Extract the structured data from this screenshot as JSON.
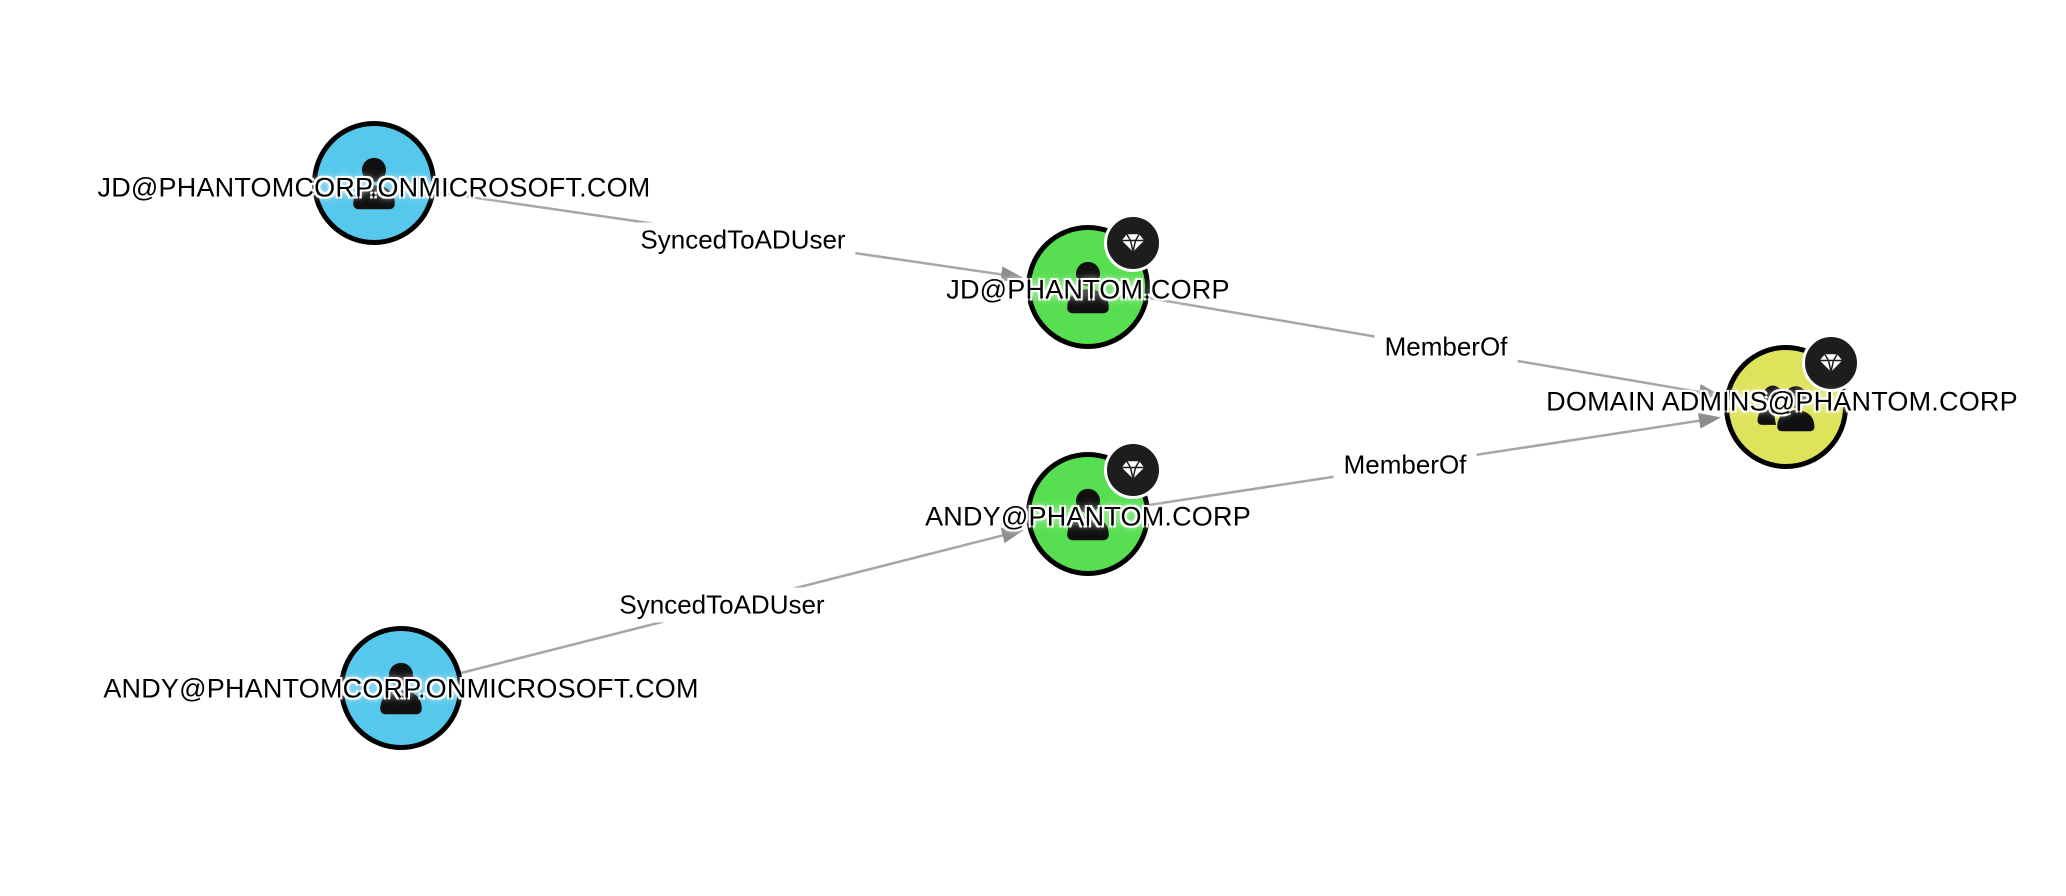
{
  "graph": {
    "nodes": [
      {
        "id": "azure-jd",
        "label": "JD@PHANTOMCORP.ONMICROSOFT.COM",
        "type": "azure-user",
        "icon": "user-icon",
        "color": "#56c8ec",
        "high_value_badge": false
      },
      {
        "id": "ad-jd",
        "label": "JD@PHANTOM.CORP",
        "type": "ad-user",
        "icon": "user-icon",
        "color": "#57df51",
        "high_value_badge": true
      },
      {
        "id": "ad-andy",
        "label": "ANDY@PHANTOM.CORP",
        "type": "ad-user",
        "icon": "user-icon",
        "color": "#57df51",
        "high_value_badge": true
      },
      {
        "id": "group-da",
        "label": "DOMAIN ADMINS@PHANTOM.CORP",
        "type": "ad-group",
        "icon": "group-icon",
        "color": "#dfe25b",
        "high_value_badge": true
      },
      {
        "id": "azure-andy",
        "label": "ANDY@PHANTOMCORP.ONMICROSOFT.COM",
        "type": "azure-user",
        "icon": "user-icon",
        "color": "#56c8ec",
        "high_value_badge": false
      }
    ],
    "edges": [
      {
        "from": "azure-jd",
        "to": "ad-jd",
        "label": "SyncedToADUser"
      },
      {
        "from": "ad-jd",
        "to": "group-da",
        "label": "MemberOf"
      },
      {
        "from": "azure-andy",
        "to": "ad-andy",
        "label": "SyncedToADUser"
      },
      {
        "from": "ad-andy",
        "to": "group-da",
        "label": "MemberOf"
      }
    ],
    "colors": {
      "background": "#ffffff",
      "edge": "#a6a6a6",
      "arrowhead": "#8c8c8c",
      "node_border": "#000000",
      "azure_user_fill": "#56c8ec",
      "ad_user_fill": "#57df51",
      "ad_group_fill": "#dfe25b",
      "badge_fill": "#1d1d1d",
      "badge_icon": "#ffffff",
      "label_text": "#000000"
    },
    "badge_icon_name": "gem-badge-icon"
  }
}
